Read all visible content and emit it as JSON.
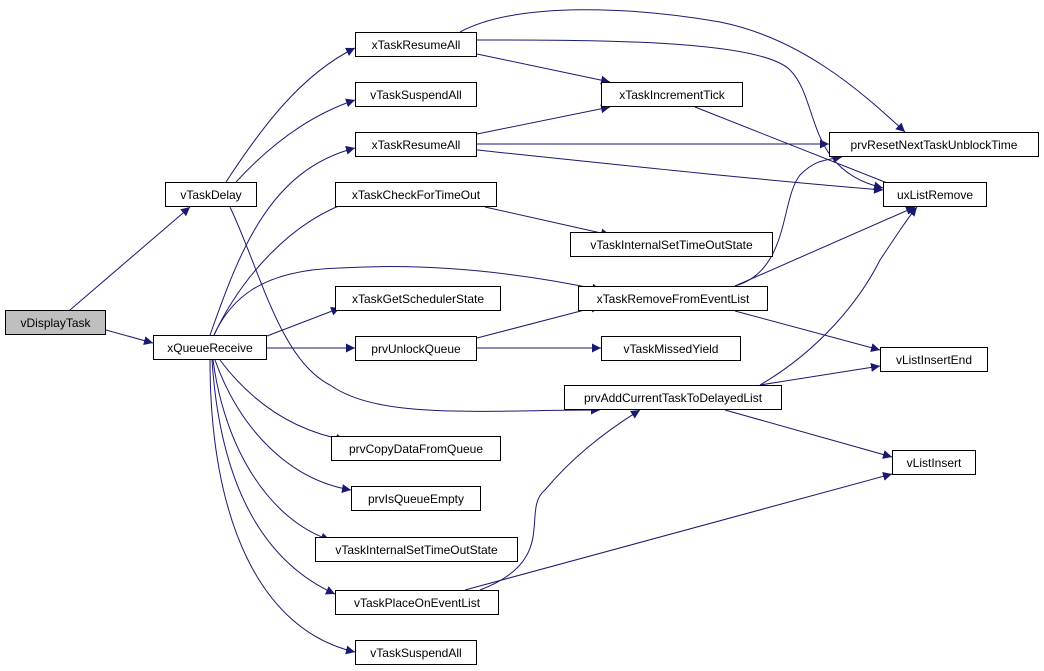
{
  "graph": {
    "edge_color": "#191970",
    "root_fill": "#bfbfbf",
    "nodes": [
      {
        "id": "vDisplayTask",
        "label": "vDisplayTask",
        "root": true
      },
      {
        "id": "vTaskDelay",
        "label": "vTaskDelay"
      },
      {
        "id": "xQueueReceive",
        "label": "xQueueReceive"
      },
      {
        "id": "xTaskResumeAll_1",
        "label": "xTaskResumeAll"
      },
      {
        "id": "vTaskSuspendAll_1",
        "label": "vTaskSuspendAll"
      },
      {
        "id": "xTaskResumeAll_2",
        "label": "xTaskResumeAll"
      },
      {
        "id": "xTaskCheckForTimeOut",
        "label": "xTaskCheckForTimeOut"
      },
      {
        "id": "xTaskGetSchedulerState",
        "label": "xTaskGetSchedulerState"
      },
      {
        "id": "prvUnlockQueue",
        "label": "prvUnlockQueue"
      },
      {
        "id": "prvCopyDataFromQueue",
        "label": "prvCopyDataFromQueue"
      },
      {
        "id": "prvIsQueueEmpty",
        "label": "prvIsQueueEmpty"
      },
      {
        "id": "vTaskInternalSetTimeOutState_1",
        "label": "vTaskInternalSetTimeOutState"
      },
      {
        "id": "vTaskPlaceOnEventList",
        "label": "vTaskPlaceOnEventList"
      },
      {
        "id": "vTaskSuspendAll_2",
        "label": "vTaskSuspendAll"
      },
      {
        "id": "xTaskIncrementTick",
        "label": "xTaskIncrementTick"
      },
      {
        "id": "vTaskInternalSetTimeOutState_2",
        "label": "vTaskInternalSetTimeOutState"
      },
      {
        "id": "xTaskRemoveFromEventList",
        "label": "xTaskRemoveFromEventList"
      },
      {
        "id": "vTaskMissedYield",
        "label": "vTaskMissedYield"
      },
      {
        "id": "prvAddCurrentTaskToDelayedList",
        "label": "prvAddCurrentTaskToDelayedList"
      },
      {
        "id": "prvResetNextTaskUnblockTime",
        "label": "prvResetNextTaskUnblockTime"
      },
      {
        "id": "uxListRemove",
        "label": "uxListRemove"
      },
      {
        "id": "vListInsertEnd",
        "label": "vListInsertEnd"
      },
      {
        "id": "vListInsert",
        "label": "vListInsert"
      }
    ],
    "edges": [
      {
        "from": "vDisplayTask",
        "to": "vTaskDelay"
      },
      {
        "from": "vDisplayTask",
        "to": "xQueueReceive"
      },
      {
        "from": "vTaskDelay",
        "to": "xTaskResumeAll_1"
      },
      {
        "from": "vTaskDelay",
        "to": "vTaskSuspendAll_1"
      },
      {
        "from": "vTaskDelay",
        "to": "prvAddCurrentTaskToDelayedList"
      },
      {
        "from": "xQueueReceive",
        "to": "xTaskResumeAll_2"
      },
      {
        "from": "xQueueReceive",
        "to": "xTaskCheckForTimeOut"
      },
      {
        "from": "xQueueReceive",
        "to": "xTaskRemoveFromEventList"
      },
      {
        "from": "xQueueReceive",
        "to": "xTaskGetSchedulerState"
      },
      {
        "from": "xQueueReceive",
        "to": "prvUnlockQueue"
      },
      {
        "from": "xQueueReceive",
        "to": "prvCopyDataFromQueue"
      },
      {
        "from": "xQueueReceive",
        "to": "prvIsQueueEmpty"
      },
      {
        "from": "xQueueReceive",
        "to": "vTaskInternalSetTimeOutState_1"
      },
      {
        "from": "xQueueReceive",
        "to": "vTaskPlaceOnEventList"
      },
      {
        "from": "xQueueReceive",
        "to": "vTaskSuspendAll_2"
      },
      {
        "from": "xTaskResumeAll_1",
        "to": "xTaskIncrementTick"
      },
      {
        "from": "xTaskResumeAll_1",
        "to": "prvResetNextTaskUnblockTime"
      },
      {
        "from": "xTaskResumeAll_1",
        "to": "uxListRemove"
      },
      {
        "from": "xTaskResumeAll_2",
        "to": "xTaskIncrementTick"
      },
      {
        "from": "xTaskResumeAll_2",
        "to": "prvResetNextTaskUnblockTime"
      },
      {
        "from": "xTaskResumeAll_2",
        "to": "uxListRemove"
      },
      {
        "from": "xTaskIncrementTick",
        "to": "uxListRemove"
      },
      {
        "from": "xTaskCheckForTimeOut",
        "to": "vTaskInternalSetTimeOutState_2"
      },
      {
        "from": "xTaskRemoveFromEventList",
        "to": "prvResetNextTaskUnblockTime"
      },
      {
        "from": "xTaskRemoveFromEventList",
        "to": "uxListRemove"
      },
      {
        "from": "xTaskRemoveFromEventList",
        "to": "vListInsertEnd"
      },
      {
        "from": "prvUnlockQueue",
        "to": "xTaskRemoveFromEventList"
      },
      {
        "from": "prvUnlockQueue",
        "to": "vTaskMissedYield"
      },
      {
        "from": "prvAddCurrentTaskToDelayedList",
        "to": "uxListRemove"
      },
      {
        "from": "prvAddCurrentTaskToDelayedList",
        "to": "vListInsertEnd"
      },
      {
        "from": "prvAddCurrentTaskToDelayedList",
        "to": "vListInsert"
      },
      {
        "from": "vTaskPlaceOnEventList",
        "to": "prvAddCurrentTaskToDelayedList"
      },
      {
        "from": "vTaskPlaceOnEventList",
        "to": "vListInsert"
      }
    ]
  }
}
